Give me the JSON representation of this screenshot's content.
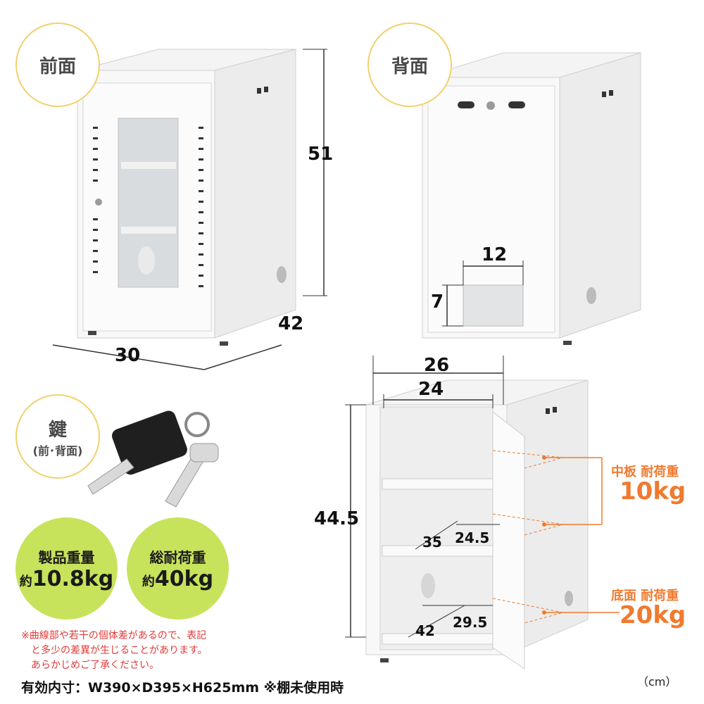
{
  "labels": {
    "front": "前面",
    "back": "背面",
    "key_title": "鍵",
    "key_sub": "(前･背面)"
  },
  "dimensions": {
    "height": "51",
    "depth": "42",
    "width": "30",
    "cutout_width": "12",
    "cutout_height": "7",
    "inner_width_outer": "26",
    "inner_width": "24",
    "inner_height": "44.5",
    "shelf_depth": "35",
    "shelf_width": "24.5",
    "bottom_depth": "42",
    "bottom_width": "29.5"
  },
  "specs": {
    "product_weight_title": "製品重量",
    "product_weight_prefix": "約",
    "product_weight_value": "10.8kg",
    "total_load_title": "総耐荷重",
    "total_load_prefix": "約",
    "total_load_value": "40kg"
  },
  "loads": {
    "middle_shelf_label": "中板 耐荷重",
    "middle_shelf_value": "10kg",
    "bottom_label": "底面 耐荷重",
    "bottom_value": "20kg"
  },
  "notes": {
    "line1": "※曲線部や若干の個体差があるので、表記",
    "line2": "と多少の差異が生じることがあります。",
    "line3": "あらかじめご了承ください。",
    "inner_size": "有効内寸：W390×D395×H625mm ※棚未使用時",
    "unit": "（cm）"
  },
  "colors": {
    "accent_orange": "#f07a2e",
    "badge_green": "#c7e35b",
    "circle_border": "#f2d16b"
  }
}
